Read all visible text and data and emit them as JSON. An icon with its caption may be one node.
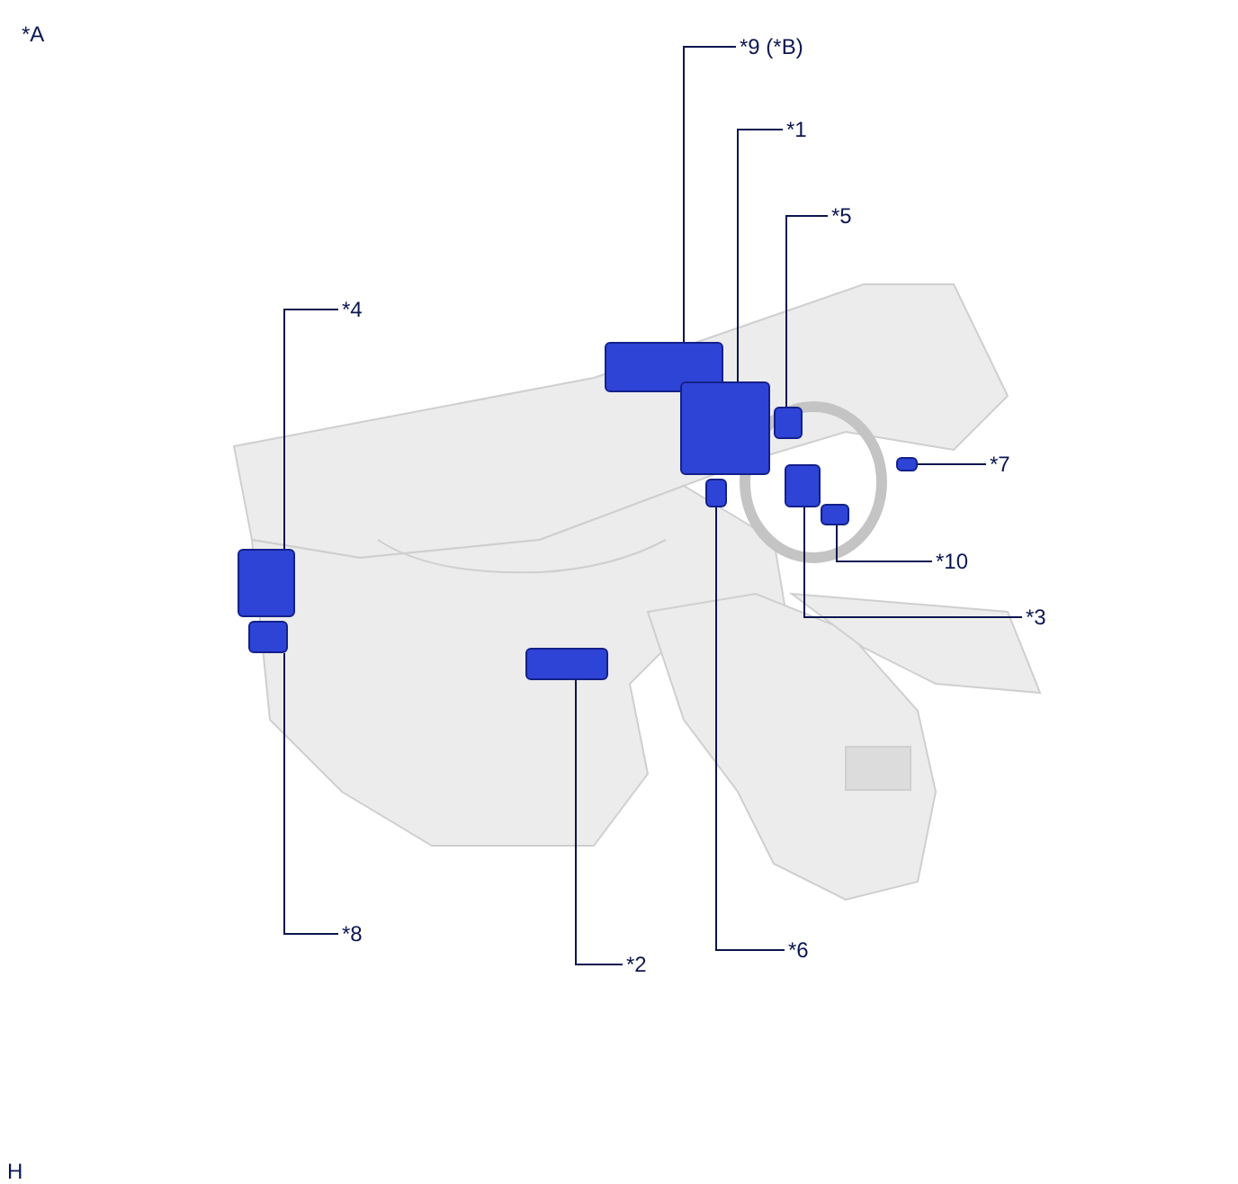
{
  "diagram": {
    "nodes": [
      {
        "text": [
          "*9 (*B)"
        ]
      },
      {
        "text": [
          "*1"
        ]
      },
      {
        "text": [
          "*5"
        ]
      },
      {
        "text": [
          "*4"
        ]
      },
      {
        "text": [
          "*7"
        ]
      },
      {
        "text": [
          "*10"
        ]
      },
      {
        "text": [
          "*3"
        ]
      },
      {
        "text": [
          "*8"
        ]
      },
      {
        "text": [
          "*2"
        ]
      },
      {
        "text": [
          "*6"
        ]
      },
      {
        "text": [],
        "shape": "box"
      },
      {
        "text": [],
        "shape": "box"
      },
      {
        "text": [],
        "shape": "box"
      },
      {
        "text": [],
        "shape": "box"
      },
      {
        "text": [],
        "shape": "box"
      },
      {
        "text": [],
        "shape": "box"
      },
      {
        "text": [],
        "shape": "box"
      },
      {
        "text": [],
        "shape": "box"
      },
      {
        "text": [],
        "shape": "box"
      },
      {
        "text": [],
        "shape": "box"
      }
    ],
    "edges": [
      {
        "from": 0,
        "to": 10,
        "arrow": "none"
      },
      {
        "from": 1,
        "to": 11,
        "arrow": "none"
      },
      {
        "from": 2,
        "to": 12,
        "arrow": "none"
      },
      {
        "from": 3,
        "to": 13,
        "arrow": "none"
      },
      {
        "from": 4,
        "to": 14,
        "arrow": "none"
      },
      {
        "from": 5,
        "to": 15,
        "arrow": "none"
      },
      {
        "from": 6,
        "to": 16,
        "arrow": "none"
      },
      {
        "from": 7,
        "to": 17,
        "arrow": "none"
      },
      {
        "from": 8,
        "to": 18,
        "arrow": "none"
      },
      {
        "from": 9,
        "to": 19,
        "arrow": "none"
      }
    ],
    "labels": [
      "*A",
      "H"
    ]
  }
}
